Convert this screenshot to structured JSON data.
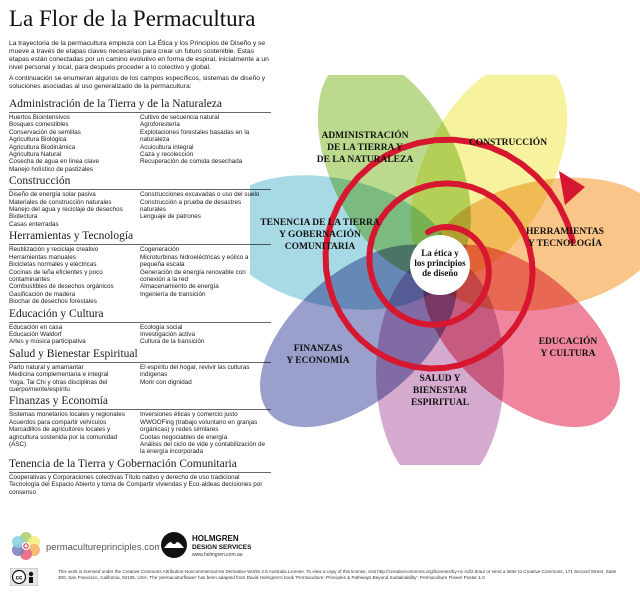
{
  "title": "La Flor de la Permacultura",
  "intro": {
    "p1": "La trayectoria de la permacultura empieza con La Ética y los Principios de Diseño y se mueve a través de etapas claves necesarias para crear un futuro sostenible. Estas etapas están conectadas por un camino evolutivo en forma de espiral, inicialmente a un nivel personal y local, para después proceder a lo colectivo y global.",
    "p2": "A continuación se enumeran algunos de los campos específicos, sistemas de diseño y soluciones asociadas al uso generalizado de la permacultura:"
  },
  "sections": [
    {
      "heading": "Administración de la Tierra y de la Naturaleza",
      "col1": [
        "Huertos Biointensivos",
        "Bosques comestibles",
        "Conservación de semillas",
        "Agricultura Biológica",
        "Agricultura Biodinámica",
        "Agricultura Natural",
        "Cosecha de agua en línea clave",
        "Manejo holístico de pastizales"
      ],
      "col2": [
        "Cultivo de secuencia natural",
        "Agroforestería",
        "Explotaciones forestales basadas en la naturaleza",
        "Acuicultura integral",
        "Caza y recolección",
        "Recuperación de comida desechada"
      ]
    },
    {
      "heading": "Construcción",
      "col1": [
        "Diseño de energía solar pasiva",
        "Materiales de construcción naturales",
        "Manejo del agua y reciclaje de desechos",
        "Biotectura",
        "Casas enterradas"
      ],
      "col2": [
        "Construcciones excavadas o uso del suelo",
        "Construcción a prueba de desastres naturales",
        "Lenguaje de patrones"
      ]
    },
    {
      "heading": "Herramientas y Tecnología",
      "col1": [
        "Reutilización y reciclaje creativo",
        "Herramientas manuales",
        "Bicicletas normales y eléctricas",
        "Cocinas de leña eficientes y poco contaminantes",
        "Combustibles de desechos orgánicos",
        "Gasificación de madera",
        "Biochar de desechos forestales"
      ],
      "col2": [
        "Cogeneración",
        "Microturbinas hidroeléctricas y eólico a pequeña escala",
        "Generación de energía renovable con conexión a la red",
        "Almacenamiento de energía",
        "Ingeniería de transición"
      ]
    },
    {
      "heading": "Educación y Cultura",
      "col1": [
        "Educación en casa",
        "Educación Waldorf",
        "Artes y música participativa"
      ],
      "col2": [
        "Ecología social",
        "Investigación activa",
        "Cultura de la transición"
      ]
    },
    {
      "heading": "Salud y Bienestar Espiritual",
      "col1": [
        "Parto natural y amamantar",
        "Medicina complementaria e integral",
        "Yoga, Tai Chi y otras disciplinas del cuerpo/mente/espíritu"
      ],
      "col2": [
        "El espíritu del hogar, revivir las culturas indígenas",
        "Morir con dignidad"
      ]
    },
    {
      "heading": "Finanzas y Economía",
      "col1": [
        "Sistemas monetarios locales y regionales",
        "Acuerdos para compartir vehículos",
        "Marcadillos de agricultores locales y agricultura sostenida por la comunidad (ASC)"
      ],
      "col2": [
        "Inversiones éticas y comercio justo",
        "WWOOFing (trabajo voluntario en granjas orgánicas) y redes similares",
        "Cuotas negociables de energía",
        "Análisis del ciclo de vide y contabilización de la energía incorporada"
      ]
    },
    {
      "heading": "Tenencia de la Tierra y Gobernación Comunitaria",
      "full": [
        "Cooperativas y Corporaciones colectivas Título nativo y derecho de uso tradicional",
        "Tecnología del Espacio Abierto y toma de Compartir viviendas y Eco-aldeas decisiones por consenso"
      ]
    }
  ],
  "flower": {
    "center": [
      "La ética y",
      "los principios",
      "de diseño"
    ],
    "petals": [
      {
        "lines": [
          "ADMINISTRACIÓN",
          "DE LA TIERRA Y",
          "DE LA NATURALEZA"
        ],
        "color": "#a8cf6e"
      },
      {
        "lines": [
          "CONSTRUCCIÓN"
        ],
        "color": "#f3ee82"
      },
      {
        "lines": [
          "HERRAMIENTAS",
          "Y TECNOLOGÍA"
        ],
        "color": "#f7b567"
      },
      {
        "lines": [
          "EDUCACIÓN",
          "Y CULTURA"
        ],
        "color": "#ea6482"
      },
      {
        "lines": [
          "SALUD Y",
          "BIENESTAR",
          "ESPIRITUAL"
        ],
        "color": "#c893c2"
      },
      {
        "lines": [
          "FINANZAS",
          "Y ECONOMÍA"
        ],
        "color": "#7f84bd"
      },
      {
        "lines": [
          "TENENCIA DE LA TIERRA",
          "Y GOBERNACIÓN",
          "COMUNITARIA"
        ],
        "color": "#8fd0df"
      }
    ],
    "spiral_color": "#d7172f"
  },
  "footer": {
    "logo1_text": "permacultureprinciples.com",
    "logo2_line1": "HOLMGREN",
    "logo2_line2": "DESIGN SERVICES",
    "logo2_url": "www.holmgren.com.au",
    "cc_label": "cc",
    "license": "This work is licensed under the Creative Commons Attribution-Noncommercial-No Derivative Works 2.5 Australia License. To view a copy of this license, visit http://creativecommons.org/licenses/by-nc-nd/2.5/au/ or send a letter to Creative Commons, 171 Second Street, Suite 300, San Francisco, California, 94105, USA. The 'permaculturflower' has been adapted from David Holmgren's book 'Permaculture: Principles & Pathways Beyond Sustainability'. Permaculture Flower Poster 1.0"
  }
}
